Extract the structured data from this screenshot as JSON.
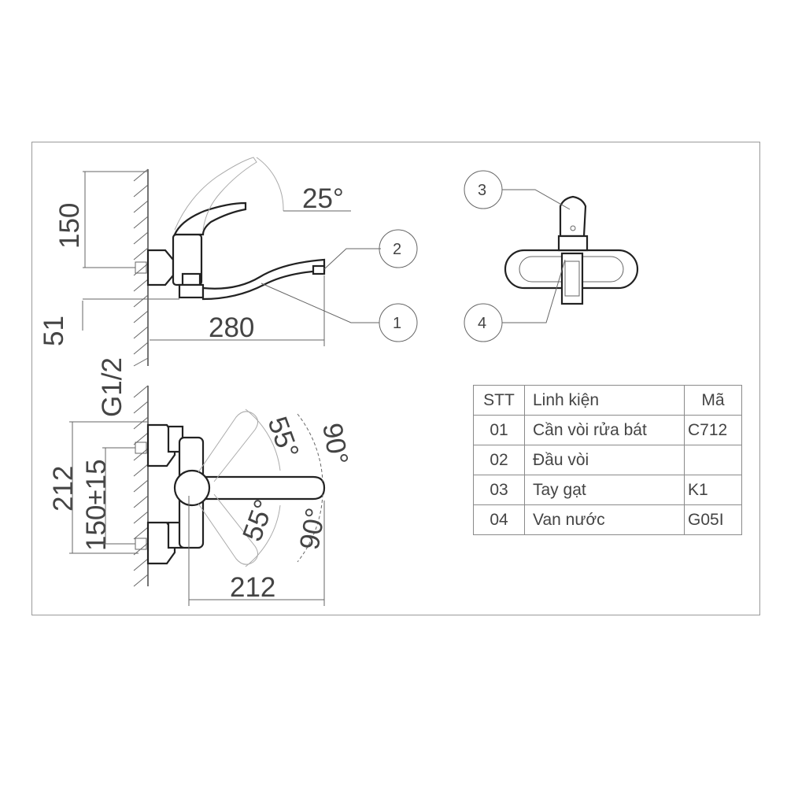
{
  "dimensions": {
    "side_height": "150",
    "side_offset": "51",
    "side_length": "280",
    "handle_angle": "25°",
    "thread": "G1/2",
    "front_height": "212",
    "front_spacing": "150±15",
    "front_width": "212",
    "swivel_angle_top": "55°",
    "swivel_angle_bottom": "55°",
    "rotation_top": "90°",
    "rotation_bottom": "90°"
  },
  "callouts": [
    "1",
    "2",
    "3",
    "4"
  ],
  "table": {
    "headers": [
      "STT",
      "Linh kiện",
      "Mã"
    ],
    "rows": [
      [
        "01",
        "Cần vòi rửa bát",
        "C712"
      ],
      [
        "02",
        "Đầu vòi",
        ""
      ],
      [
        "03",
        "Tay gạt",
        "K1"
      ],
      [
        "04",
        "Van nước",
        "G05I"
      ]
    ]
  }
}
